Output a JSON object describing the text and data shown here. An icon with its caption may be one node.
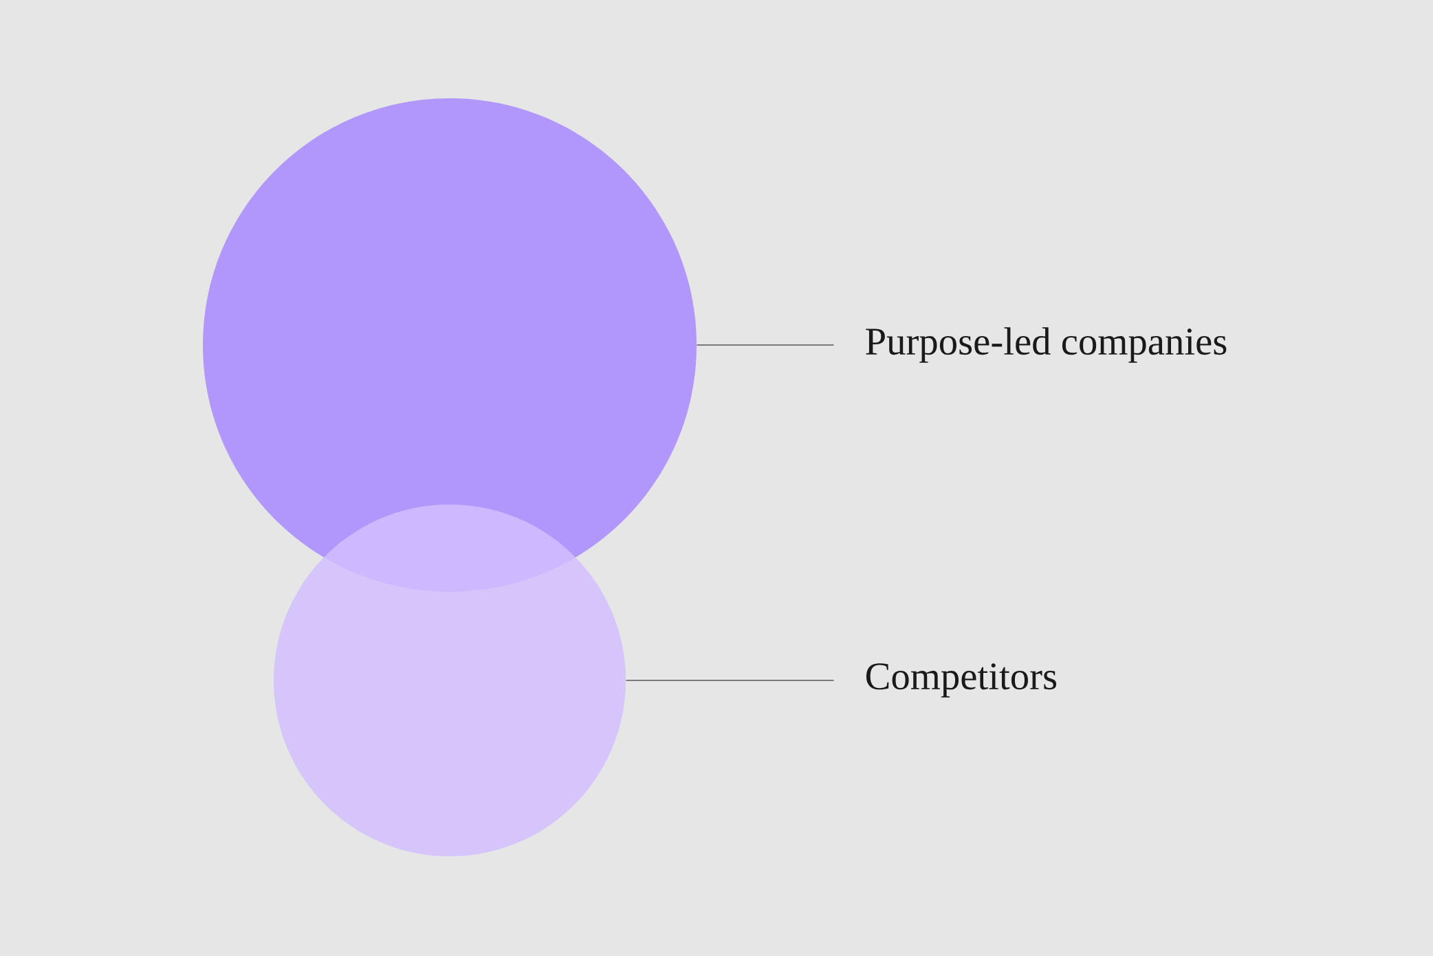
{
  "diagram": {
    "nodes": [
      {
        "text": [],
        "shape": "circle"
      },
      {
        "text": [],
        "shape": "circle"
      },
      {
        "text": [
          "Purpose-led companies"
        ]
      },
      {
        "text": [
          "Competitors"
        ]
      }
    ],
    "edges": [
      {
        "from": 2,
        "to": 0,
        "arrow": "none"
      },
      {
        "from": 3,
        "to": 1,
        "arrow": "none"
      }
    ]
  }
}
